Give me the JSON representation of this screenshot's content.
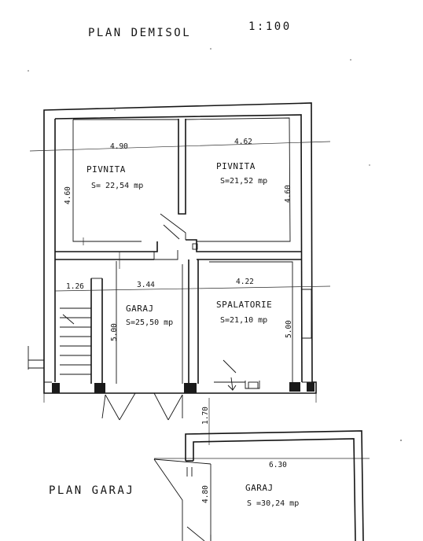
{
  "titles": {
    "demisol": "PLAN DEMISOL",
    "scale": "1:100",
    "garaj_plan": "PLAN GARAJ"
  },
  "rooms": {
    "pivnita1": {
      "name": "PIVNITA",
      "area": "S= 22,54 mp"
    },
    "pivnita2": {
      "name": "PIVNITA",
      "area": "S=21,52 mp"
    },
    "garaj": {
      "name": "GARAJ",
      "area": "S=25,50 mp"
    },
    "spalatorie": {
      "name": "SPALATORIE",
      "area": "S=21,10 mp"
    },
    "garaj2": {
      "name": "GARAJ",
      "area": "S =30,24 mp"
    }
  },
  "dimensions": {
    "w_pivnita1": "4.90",
    "w_pivnita2": "4.62",
    "h_pivnita1": "4.60",
    "h_pivnita2": "4.60",
    "w_stair": "1.26",
    "w_garaj": "3.44",
    "w_spalatorie": "4.22",
    "h_garaj": "5.00",
    "h_spalatorie": "5.00",
    "gap": "1.70",
    "w_garaj2": "6.30",
    "h_garaj2": "4.80"
  }
}
